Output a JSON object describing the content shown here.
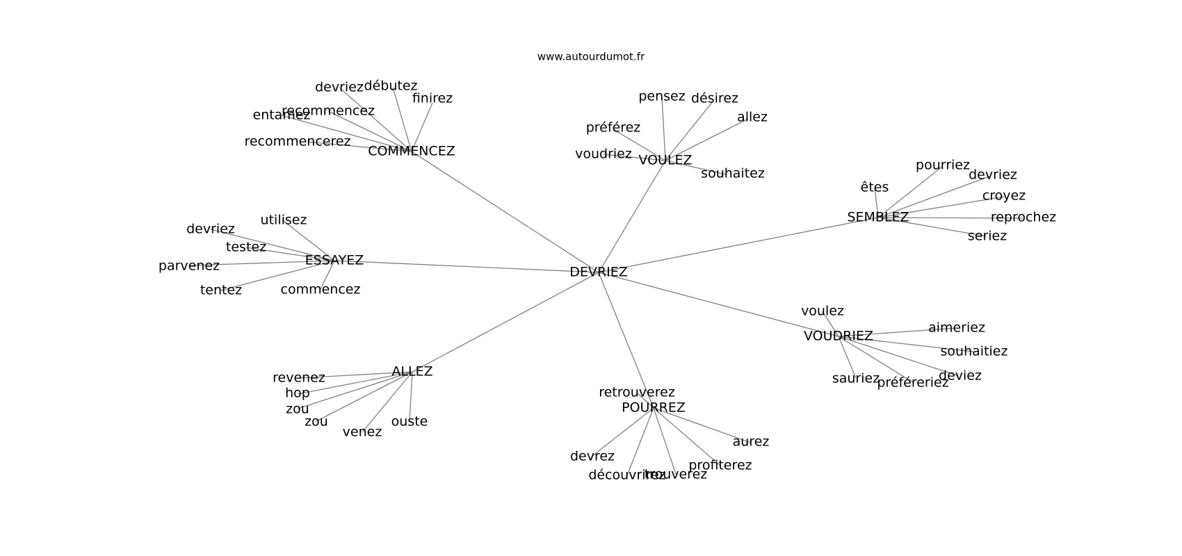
{
  "site": "www.autourdumot.fr",
  "root": "DEVRIEZ",
  "branches": [
    {
      "label": "COMMENCEZ",
      "leaves": [
        "devriez",
        "débutez",
        "finirez",
        "recommencez",
        "entamez",
        "recommencerez"
      ]
    },
    {
      "label": "VOULEZ",
      "leaves": [
        "pensez",
        "désirez",
        "allez",
        "préférez",
        "voudriez",
        "souhaitez"
      ]
    },
    {
      "label": "SEMBLEZ",
      "leaves": [
        "pourriez",
        "devriez",
        "êtes",
        "croyez",
        "reprochez",
        "seriez"
      ]
    },
    {
      "label": "ESSAYEZ",
      "leaves": [
        "utilisez",
        "devriez",
        "testez",
        "parvenez",
        "tentez",
        "commencez"
      ]
    },
    {
      "label": "VOUDRIEZ",
      "leaves": [
        "voulez",
        "aimeriez",
        "souhaitiez",
        "deviez",
        "saurie z",
        "préféreriez"
      ]
    },
    {
      "label": "ALLEZ",
      "leaves": [
        "revenez",
        "hop",
        "zou",
        "zou",
        "venez",
        "ouste"
      ]
    },
    {
      "label": "POURREZ",
      "leaves": [
        "retrouverez",
        "aurez",
        "profiterez",
        "trouverez",
        "découvrirez",
        "devrez"
      ]
    }
  ]
}
